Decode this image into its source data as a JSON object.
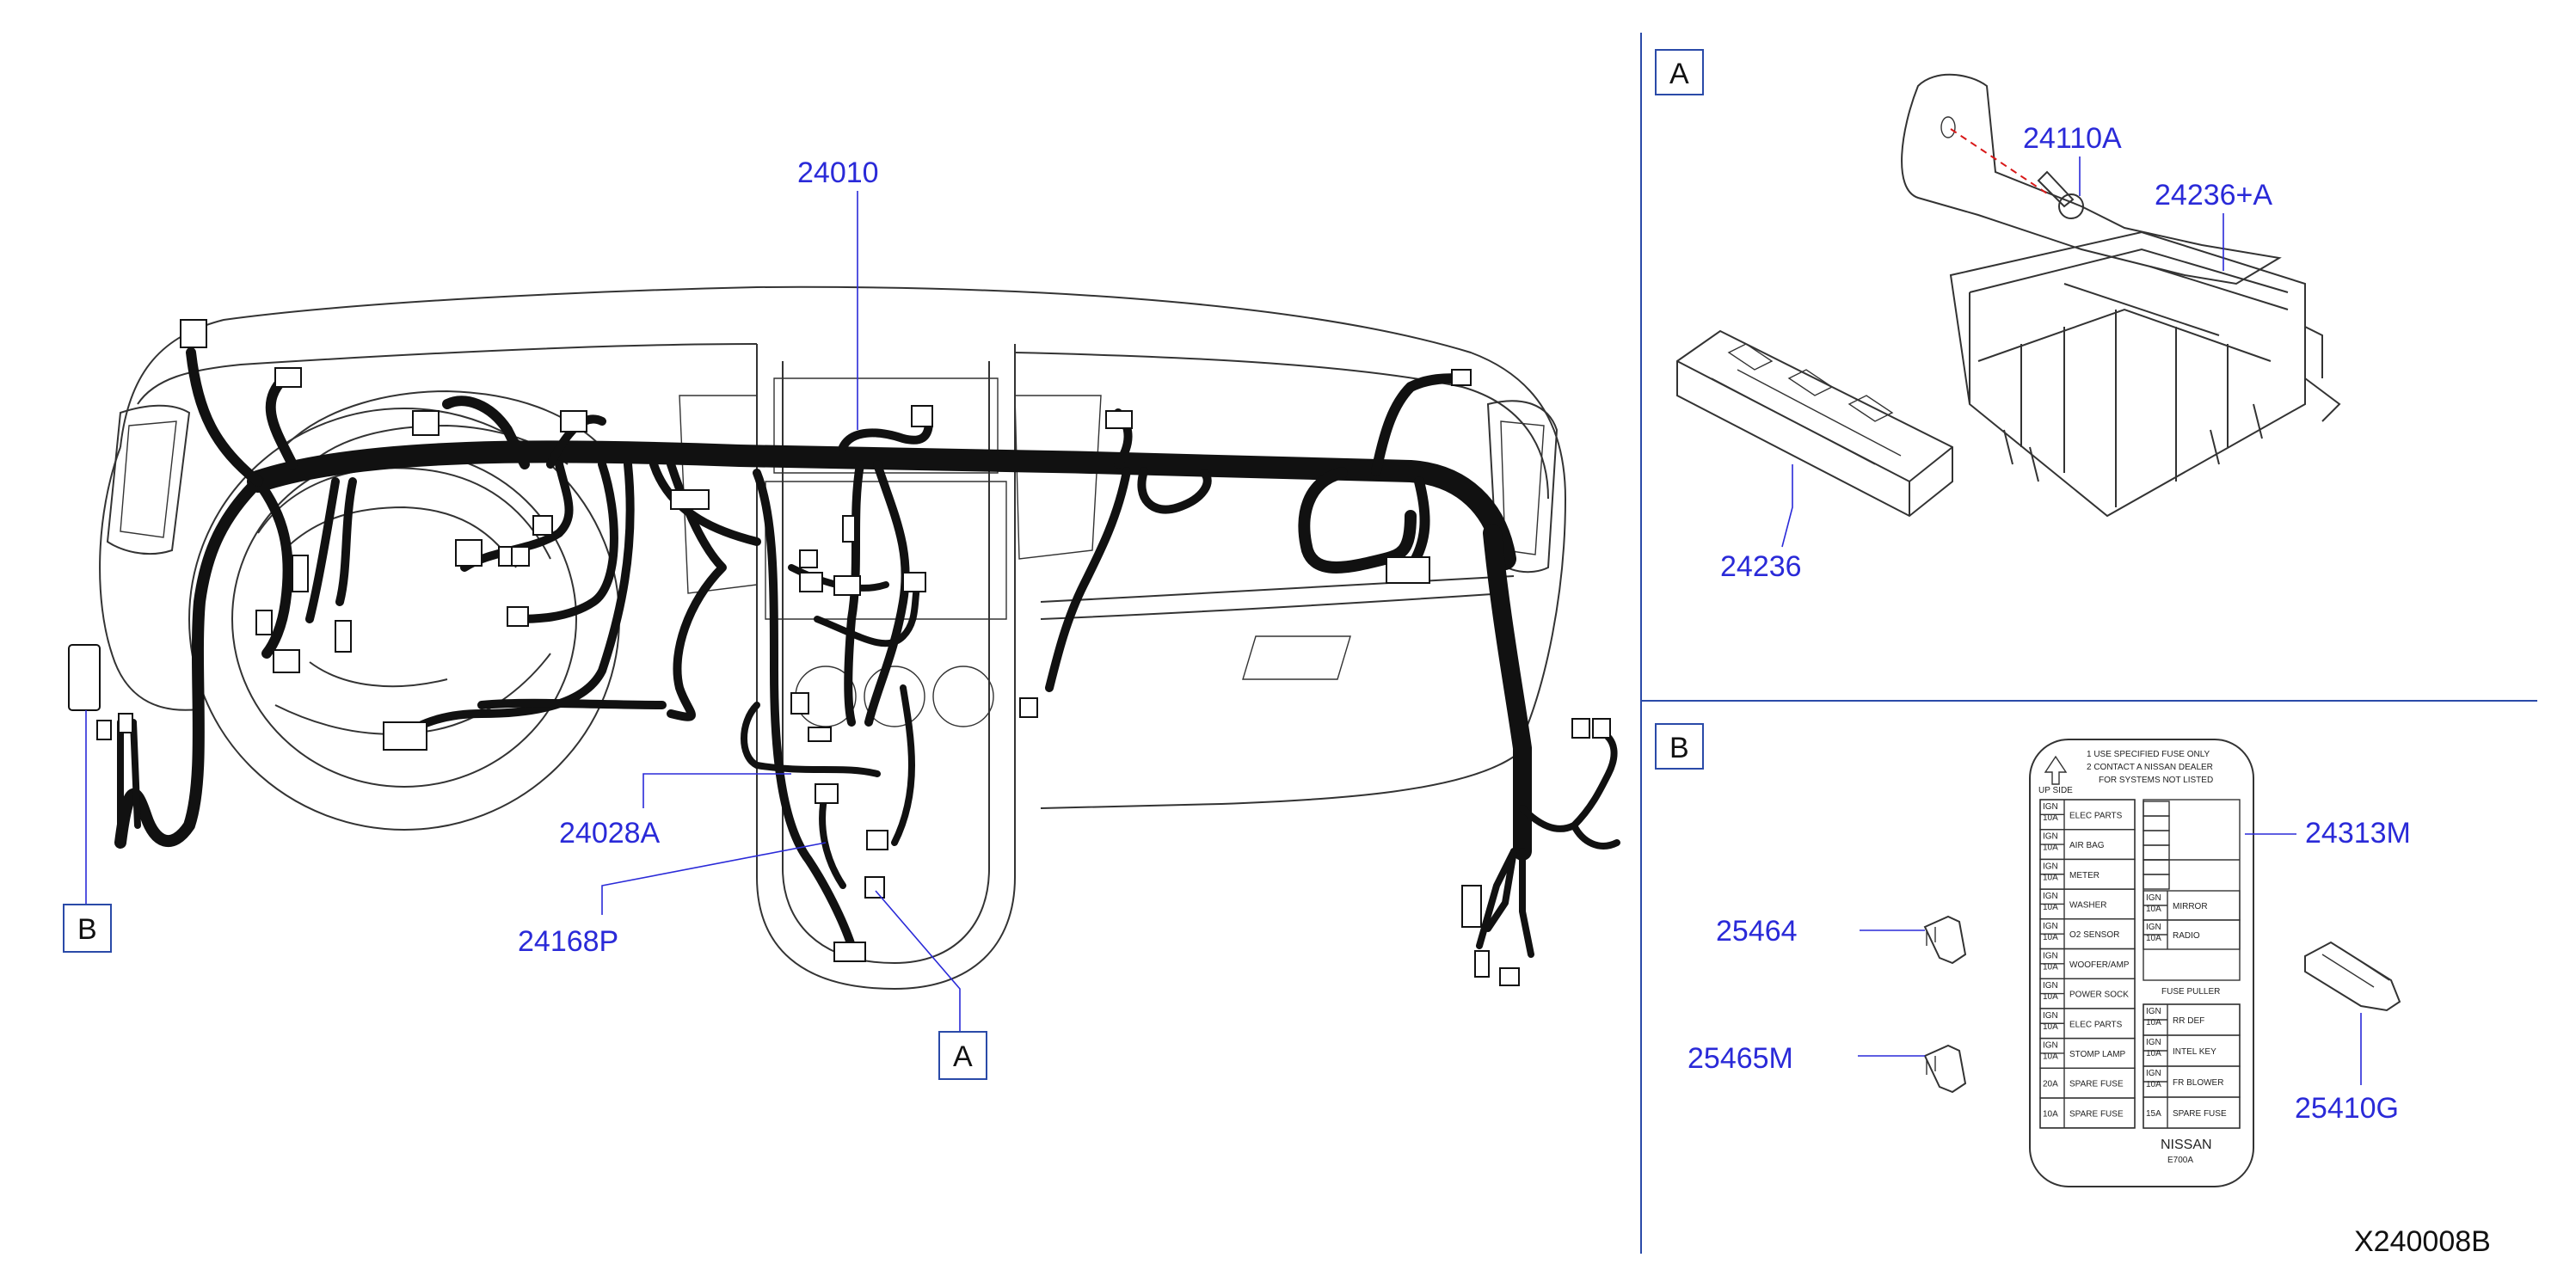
{
  "diagram_code": "X240008B",
  "callouts": {
    "main_harness": "24010",
    "sub_harness": "24028A",
    "clip_harness": "24168P",
    "bolt": "24110A",
    "fuse_block": "24236+A",
    "fuse_block_cover": "24236",
    "fuse_label": "24313M",
    "fuse_small": "25464",
    "fuse_medium": "25465M",
    "fuse_puller": "25410G"
  },
  "view_boxes": {
    "a": "A",
    "b": "B"
  },
  "fuse_label": {
    "header": [
      "1   USE   SPECIFIED   FUSE   ONLY",
      "2   CONTACT   A   NISSAN   DEALER",
      "FOR   SYSTEMS   NOT   LISTED"
    ],
    "up_side": "UP   SIDE",
    "left_rows": [
      {
        "rating": "IGN|10A",
        "name": "ELEC   PARTS"
      },
      {
        "rating": "IGN|10A",
        "name": "AIR   BAG"
      },
      {
        "rating": "IGN|10A",
        "name": "METER"
      },
      {
        "rating": "IGN|10A",
        "name": "WASHER"
      },
      {
        "rating": "IGN|10A",
        "name": "O2   SENSOR"
      },
      {
        "rating": "IGN|10A",
        "name": "WOOFER/AMP"
      },
      {
        "rating": "IGN|10A",
        "name": "POWER   SOCK"
      },
      {
        "rating": "IGN|10A",
        "name": "ELEC   PARTS"
      },
      {
        "rating": "IGN|10A",
        "name": "STOMP   LAMP"
      },
      {
        "rating": "20A",
        "name": "SPARE   FUSE"
      },
      {
        "rating": "10A",
        "name": "SPARE   FUSE"
      }
    ],
    "right_top_rows": [
      {
        "rating": "IGN|10A",
        "name": "MIRROR"
      },
      {
        "rating": "IGN|10A",
        "name": "RADIO"
      }
    ],
    "fuse_puller": "FUSE   PULLER",
    "right_bottom_rows": [
      {
        "rating": "IGN|10A",
        "name": "RR   DEF"
      },
      {
        "rating": "IGN|10A",
        "name": "INTEL   KEY"
      },
      {
        "rating": "IGN|10A",
        "name": "FR   BLOWER"
      },
      {
        "rating": "15A",
        "name": "SPARE   FUSE"
      }
    ],
    "brand": "NISSAN",
    "part_code": "E700A"
  }
}
